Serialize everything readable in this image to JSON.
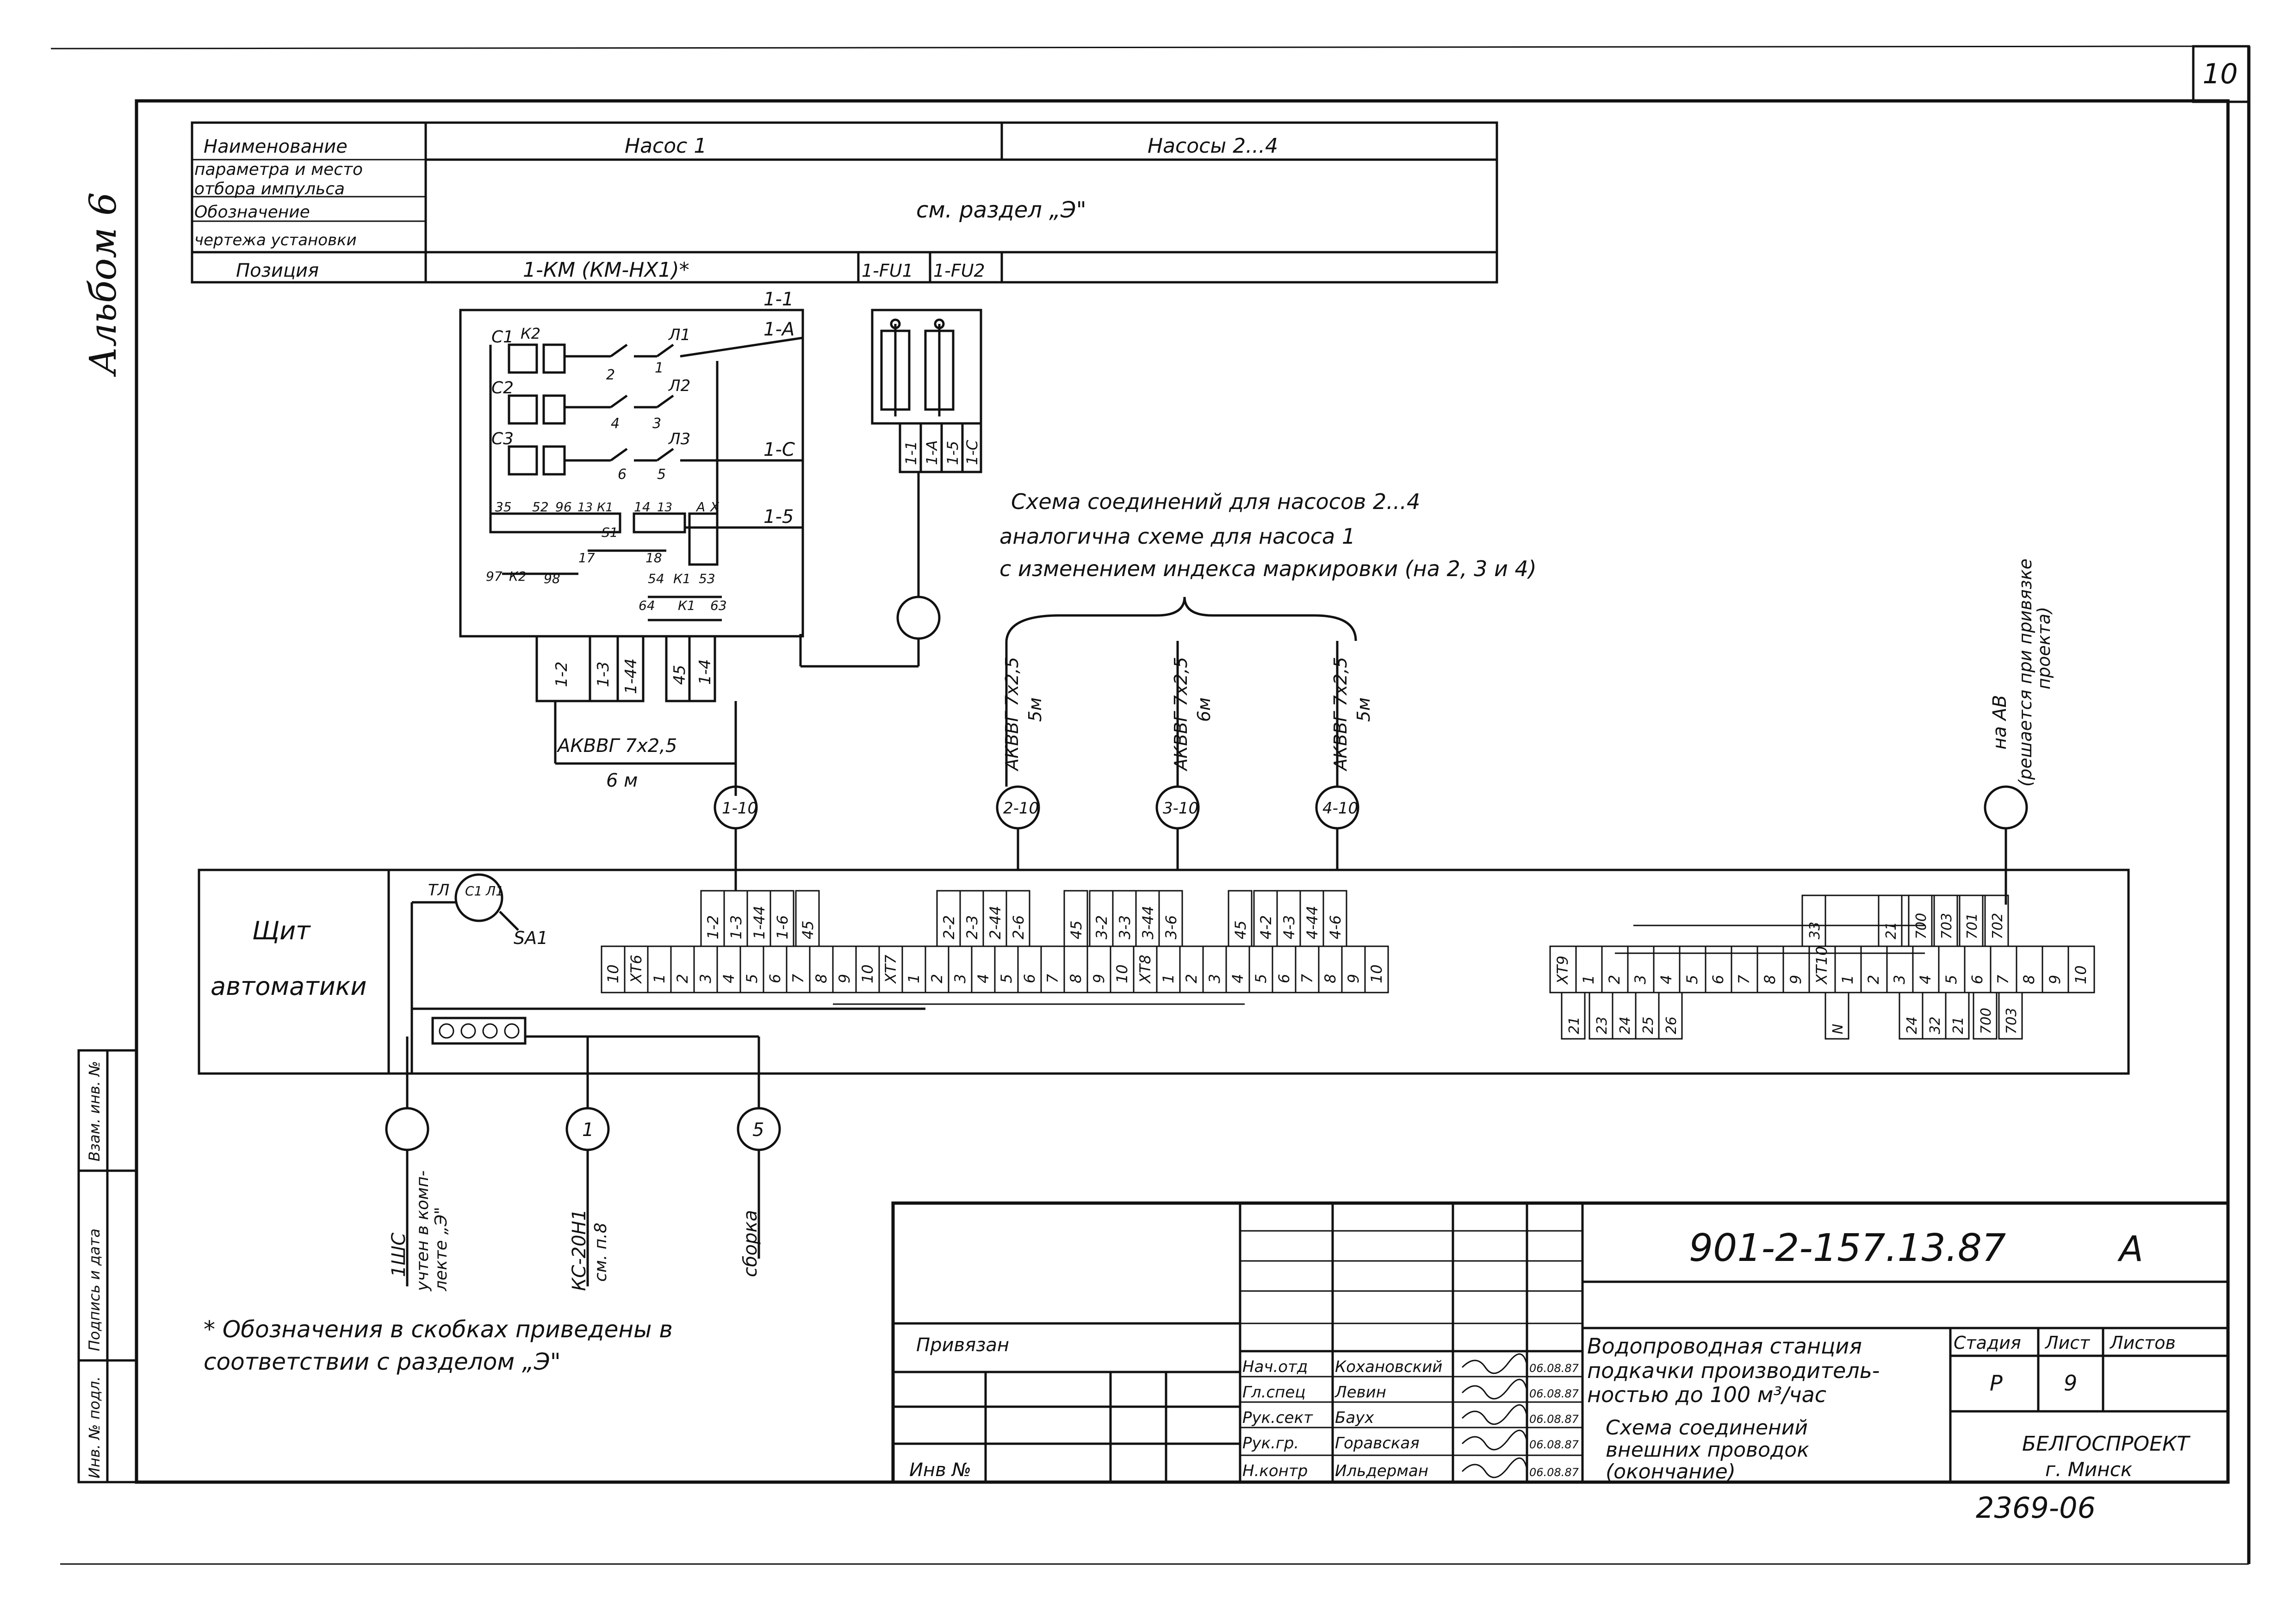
{
  "sheet_number": "10",
  "margin_note": "Альбом 6",
  "header_table": {
    "row1_label": "Наименование",
    "row2_label": "параметра и место",
    "row3_label": "отбора импульса",
    "row4_label": "Обозначение",
    "row5_label": "чертежа установки",
    "position_label": "Позиция",
    "col_pump1": "Насос 1",
    "col_pumps24": "Насосы 2...4",
    "see_section": "см. раздел „Э\"",
    "pos_km": "1-КМ (КМ-НХ1)*",
    "pos_fu1": "1-FU1",
    "pos_fu2": "1-FU2"
  },
  "starter": {
    "wires": [
      "1-1",
      "1-А",
      "1-С",
      "1-5"
    ],
    "contacts": [
      "С1",
      "К2",
      "С2",
      "С3",
      "Л1",
      "Л2",
      "Л3",
      "1",
      "2",
      "3",
      "4",
      "5",
      "6"
    ],
    "terminals_top": [
      "35",
      "52",
      "96",
      "13",
      "К1",
      "14",
      "13",
      "А",
      "Х"
    ],
    "terminals_low": [
      "97",
      "К2",
      "98",
      "S1",
      "17",
      "18",
      "54",
      "К1",
      "53",
      "64",
      "К1",
      "63"
    ],
    "bottom_wires": [
      "1-2",
      "1-3",
      "1-44",
      "45",
      "1-4"
    ]
  },
  "fuse_block": {
    "bottom_wires": [
      "1-1",
      "1-А",
      "1-5",
      "1-С"
    ]
  },
  "note_pumps": {
    "line1": "Схема соединений для насосов 2...4",
    "line2": "аналогична схеме для насоса 1",
    "line3": "с изменением индекса маркировки (на 2, 3 и 4)"
  },
  "cables": {
    "c1_label": "АКВВГ 7x2,5",
    "c1_len": "6 м",
    "c2_label": "АКВВГ 7x2,5",
    "c2_len": "5м",
    "c3_label": "АКВВГ 7x2,5",
    "c3_len": "6м",
    "c4_label": "АКВВГ 7x2,5",
    "c4_len": "5м",
    "circle_1_10": "1-10",
    "circle_2_10": "2-10",
    "circle_3_10": "3-10",
    "circle_4_10": "4-10",
    "av_label": "на АВ",
    "av_note1": "(решается при привязке",
    "av_note2": "проекта)"
  },
  "panel": {
    "label1": "Щит",
    "label2": "автоматики",
    "switch_labels": [
      "ТЛ",
      "С1",
      "Л1",
      "SA1"
    ],
    "terminals_a": [
      "10",
      "ХТ6",
      "1",
      "2",
      "3",
      "4",
      "5",
      "6",
      "7",
      "8",
      "9",
      "10",
      "ХТ7",
      "1",
      "2",
      "3",
      "4",
      "5",
      "6",
      "7",
      "8",
      "9",
      "10",
      "ХТ8",
      "1",
      "2",
      "3",
      "4",
      "5",
      "6",
      "7",
      "8",
      "9",
      "10"
    ],
    "top_wires_a": [
      "1-2",
      "1-3",
      "1-44",
      "1-6",
      "45",
      "2-2",
      "2-3",
      "2-44",
      "2-6",
      "45",
      "3-2",
      "3-3",
      "3-44",
      "3-6",
      "45",
      "4-2",
      "4-3",
      "4-44",
      "4-6"
    ],
    "terminals_b": [
      "ХТ9",
      "1",
      "2",
      "3",
      "4",
      "5",
      "6",
      "7",
      "8",
      "9",
      "ХТ10",
      "1",
      "2",
      "3",
      "4",
      "5",
      "6",
      "7",
      "8",
      "9",
      "10"
    ],
    "top_wires_b": [
      "33",
      "21",
      "700",
      "703",
      "701",
      "702"
    ],
    "bottom_wires_b": [
      "21",
      "23",
      "24",
      "25",
      "26",
      "N",
      "24",
      "32",
      "21",
      "700",
      "703"
    ]
  },
  "external": {
    "circle_1": "1",
    "circle_5": "5",
    "lbl_ishc": "1ШС",
    "lbl_ishc2": "учтен в комп-",
    "lbl_ishc3": "лекте „Э\"",
    "lbl_ks": "КС-20Н1",
    "lbl_ks2": "см. п.8",
    "lbl_sborka": "сборка"
  },
  "footnote": {
    "line1": "* Обозначения в скобках приведены в",
    "line2": "соответствии с разделом „Э\""
  },
  "side_stamp": {
    "inv": "Инв. № подл.",
    "sign": "Подпись и дата",
    "vzam": "Взам. инв. №"
  },
  "title_block": {
    "doc_code": "901-2-157.13.87",
    "letter": "А",
    "privyazan": "Привязан",
    "inv_no": "Инв №",
    "roles": [
      "Нач.отд",
      "Гл.спец",
      "Рук.сект",
      "Рук.гр.",
      "Н.контр"
    ],
    "names": [
      "Кохановский",
      "Левин",
      "Баух",
      "Горавская",
      "Ильдерман"
    ],
    "dates": [
      "06.08.87",
      "06.08.87",
      "06.08.87",
      "06.08.87",
      "06.08.87"
    ],
    "project_line1": "Водопроводная станция",
    "project_line2": "подкачки производитель-",
    "project_line3": "ностью до 100 м³/час",
    "sheet_title1": "Схема соединений",
    "sheet_title2": "внешних проводок",
    "sheet_title3": "(окончание)",
    "stage_label": "Стадия",
    "sheet_label": "Лист",
    "sheets_label": "Листов",
    "stage": "Р",
    "sheet": "9",
    "org": "БЕЛГОСПРОЕКТ",
    "city": "г. Минск",
    "archive_no": "2369-06"
  }
}
